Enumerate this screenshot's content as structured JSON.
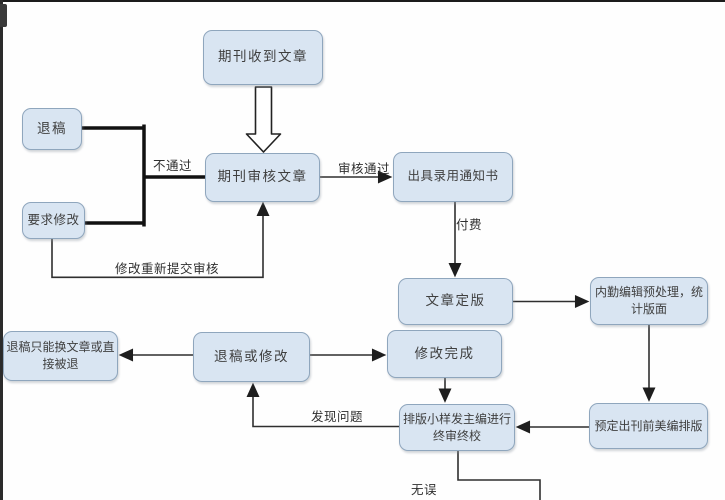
{
  "diagram": {
    "nodes": {
      "receive": "期刊收到文章",
      "review": "期刊审核文章",
      "reject": "退稿",
      "request_revision": "要求修改",
      "acceptance": "出具录用通知书",
      "finalize": "文章定版",
      "internal_editor": "内勤编辑预处理，统计版面",
      "reject_or_revise": "退稿或修改",
      "revision_done": "修改完成",
      "reject_swap": "退稿只能换文章或直接被退",
      "proof_review": "排版小样发主编进行终审终校",
      "art_layout": "预定出刊前美编排版"
    },
    "edge_labels": {
      "fail": "不通过",
      "pass": "审核通过",
      "pay": "付费",
      "resubmit": "修改重新提交审核",
      "problem_found": "发现问题",
      "no_error": "无误"
    },
    "colors": {
      "node_fill": "#d9e5f2",
      "node_border": "#8fa6bd",
      "connector": "#2f2f2f"
    }
  }
}
